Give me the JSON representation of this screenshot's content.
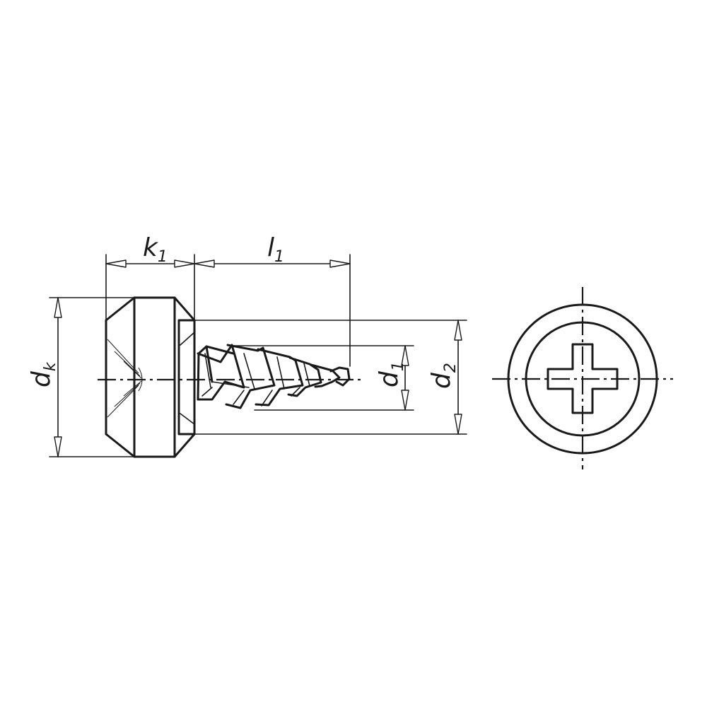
{
  "dimensions": {
    "k1": {
      "symbol": "k",
      "subscript": "1"
    },
    "l1": {
      "symbol": "l",
      "subscript": "1"
    },
    "dk": {
      "symbol": "d",
      "subscript": "k"
    },
    "d1": {
      "symbol": "d",
      "subscript": "1"
    },
    "d2": {
      "symbol": "d",
      "subscript": "2"
    }
  },
  "colors": {
    "line": "#1a1a1a",
    "background": "#ffffff"
  },
  "views": [
    "side-view",
    "head-top-view"
  ]
}
